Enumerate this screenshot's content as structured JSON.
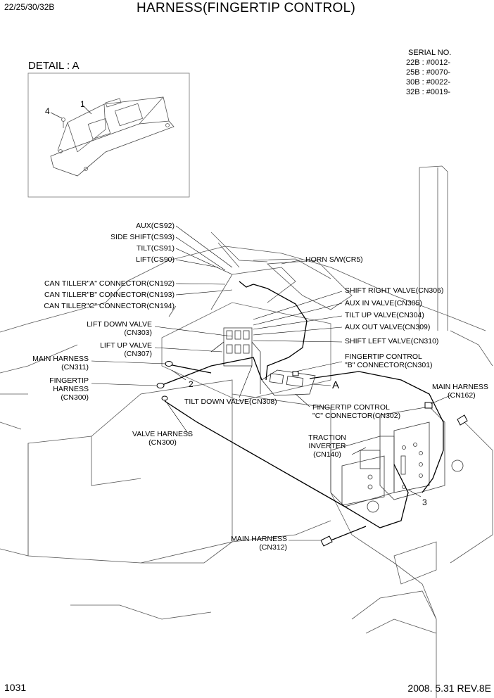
{
  "header": {
    "model": "22/25/30/32B",
    "title": "HARNESS(FINGERTIP CONTROL)"
  },
  "detail": {
    "title": "DETAIL : A",
    "callout_1": "1",
    "callout_4": "4"
  },
  "serial": {
    "heading": "SERIAL NO.",
    "rows": [
      "22B : #0012-",
      "25B : #0070-",
      "30B : #0022-",
      "32B : #0019-"
    ]
  },
  "labels": {
    "aux": "AUX(CS92)",
    "side_shift": "SIDE SHIFT(CS93)",
    "tilt": "TILT(CS91)",
    "lift": "LIFT(CS90)",
    "can_a": "CAN TILLER\"A\" CONNECTOR(CN192)",
    "can_b": "CAN TILLER\"B\" CONNECTOR(CN193)",
    "can_c": "CAN TILLER\"C\" CONNECTOR(CN194)",
    "lift_down_1": "LIFT DOWN VALVE",
    "lift_down_2": "(CN303)",
    "lift_up_1": "LIFT UP VALVE",
    "lift_up_2": "(CN307)",
    "main_harness_311_1": "MAIN HARNESS",
    "main_harness_311_2": "(CN311)",
    "fingertip_1": "FINGERTIP",
    "fingertip_2": "HARNESS",
    "fingertip_3": "(CN300)",
    "valve_harness_1": "VALVE HARNESS",
    "valve_harness_2": "(CN300)",
    "main_harness_312_1": "MAIN HARNESS",
    "main_harness_312_2": "(CN312)",
    "horn": "HORN S/W(CR5)",
    "shift_right": "SHIFT RIGHT VALVE(CN306)",
    "aux_in": "AUX IN VALVE(CN305)",
    "tilt_up": "TILT UP VALVE(CN304)",
    "aux_out": "AUX OUT VALVE(CN309)",
    "shift_left": "SHIFT LEFT VALVE(CN310)",
    "fc_b_1": "FINGERTIP CONTROL",
    "fc_b_2": "\"B\" CONNECTOR(CN301)",
    "tilt_down": "TILT DOWN VALVE(CN308)",
    "fc_c_1": "FINGERTIP CONTROL",
    "fc_c_2": "\"C\" CONNECTOR(CN302)",
    "main_harness_162_1": "MAIN HARNESS",
    "main_harness_162_2": "(CN162)",
    "traction_1": "TRACTION",
    "traction_2": "INVERTER",
    "traction_3": "(CN140)",
    "callout_2": "2",
    "callout_3": "3",
    "callout_A": "A"
  },
  "footer": {
    "page": "1031",
    "date_rev": "2008. 5.31  REV.8E"
  }
}
